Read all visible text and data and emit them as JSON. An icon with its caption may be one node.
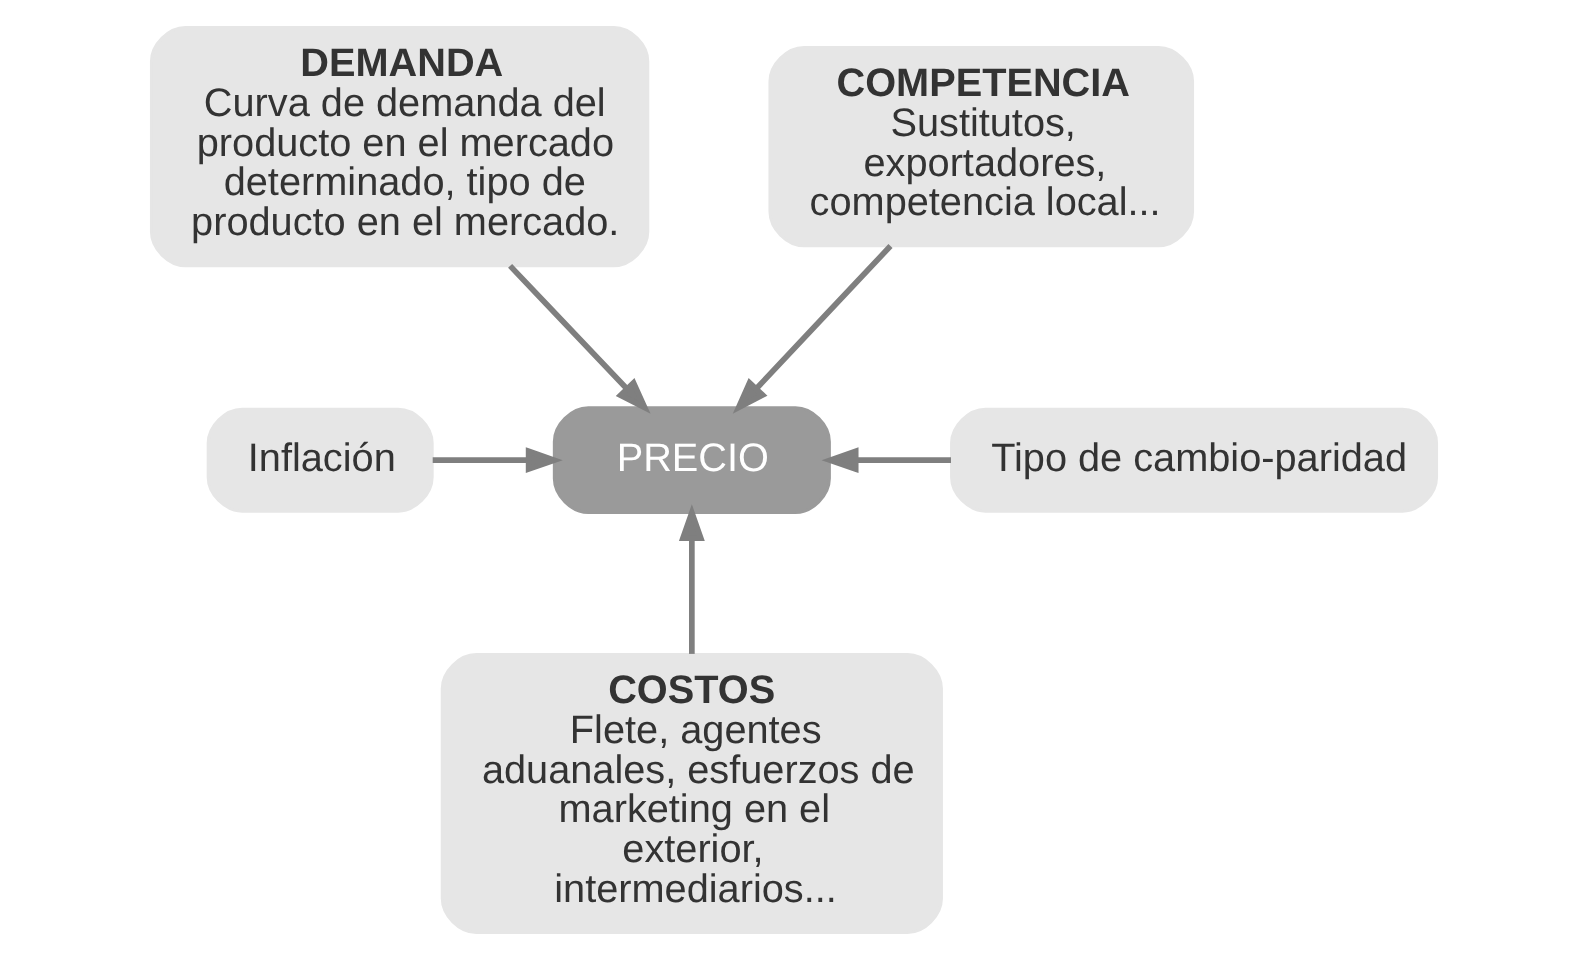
{
  "diagram": {
    "nodes": [
      {
        "text": [
          "DEMANDA",
          "Curva de demanda del producto en el mercado determinado, tipo de producto en el mercado."
        ]
      },
      {
        "text": [
          "COMPETENCIA",
          "Sustitutos, exportadores, competencia local..."
        ]
      },
      {
        "text": [
          "Inflación"
        ]
      },
      {
        "text": [
          "PRECIO"
        ]
      },
      {
        "text": [
          "Tipo de cambio-paridad"
        ]
      },
      {
        "text": [
          "COSTOS",
          "Flete, agentes aduanales, esfuerzos de marketing en el exterior, intermediarios..."
        ]
      }
    ],
    "edges": [
      {
        "from": 0,
        "to": 3,
        "arrow": "to"
      },
      {
        "from": 1,
        "to": 3,
        "arrow": "to"
      },
      {
        "from": 2,
        "to": 3,
        "arrow": "to"
      },
      {
        "from": 4,
        "to": 3,
        "arrow": "to"
      },
      {
        "from": 5,
        "to": 3,
        "arrow": "to"
      }
    ]
  }
}
